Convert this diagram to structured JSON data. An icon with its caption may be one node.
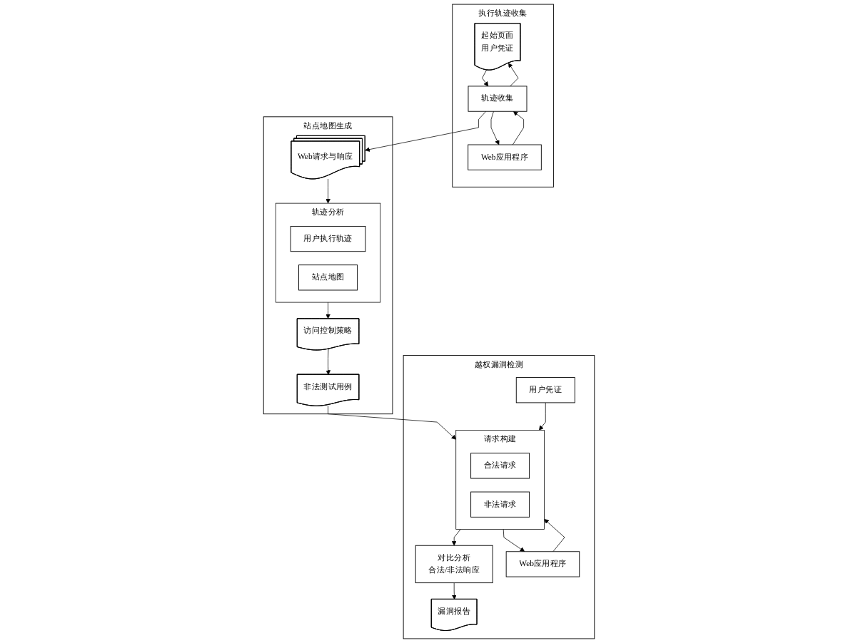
{
  "diagram": {
    "nodes": [
      {
        "text": [
          "执行轨迹收集"
        ]
      },
      {
        "text": [
          "起始页面",
          "用户凭证"
        ],
        "in": 0
      },
      {
        "text": [
          "轨迹收集"
        ],
        "in": 0
      },
      {
        "text": [
          "Web应用程序"
        ],
        "in": 0
      },
      {
        "text": [
          "站点地图生成"
        ]
      },
      {
        "text": [
          "Web请求与响应"
        ],
        "in": 4
      },
      {
        "text": [
          "轨迹分析"
        ],
        "in": 4
      },
      {
        "text": [
          "用户执行轨迹"
        ],
        "in": 6
      },
      {
        "text": [
          "站点地图"
        ],
        "in": 6
      },
      {
        "text": [
          "访问控制策略"
        ],
        "in": 4
      },
      {
        "text": [
          "非法测试用例"
        ],
        "in": 4
      },
      {
        "text": [
          "越权漏洞检测"
        ]
      },
      {
        "text": [
          "漏洞报告"
        ],
        "in": 11
      },
      {
        "text": [
          "对比分析",
          "合法/非法响应"
        ],
        "in": 11
      },
      {
        "text": [
          "请求构建"
        ],
        "in": 11
      },
      {
        "text": [
          "合法请求"
        ],
        "in": 14
      },
      {
        "text": [
          "非法请求"
        ],
        "in": 14
      },
      {
        "text": [
          "用户凭证"
        ],
        "in": 11
      },
      {
        "text": [
          "Web应用程序"
        ],
        "in": 11
      }
    ],
    "edges": [
      {
        "from": 2,
        "to": 1,
        "arrow": "to"
      },
      {
        "from": 1,
        "to": 2,
        "arrow": "to"
      },
      {
        "from": 2,
        "to": 3,
        "arrow": "to"
      },
      {
        "from": 3,
        "to": 2,
        "arrow": "to"
      },
      {
        "from": 2,
        "to": 5,
        "arrow": "to"
      },
      {
        "from": 5,
        "to": 6,
        "arrow": "to"
      },
      {
        "from": 6,
        "to": 9,
        "arrow": "to"
      },
      {
        "from": 9,
        "to": 10,
        "arrow": "to"
      },
      {
        "from": 10,
        "to": 14,
        "arrow": "to"
      },
      {
        "from": 14,
        "to": 13,
        "arrow": "to"
      },
      {
        "from": 13,
        "to": 12,
        "arrow": "to"
      },
      {
        "from": 17,
        "to": 14,
        "arrow": "to"
      },
      {
        "from": 14,
        "to": 18,
        "arrow": "to"
      },
      {
        "from": 18,
        "to": 14,
        "arrow": "to"
      }
    ]
  }
}
